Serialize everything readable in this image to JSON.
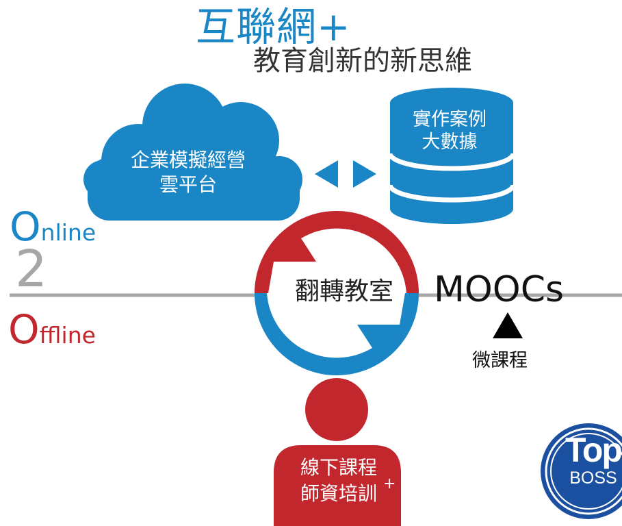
{
  "title": {
    "main": "互聯網+",
    "sub": "教育創新的新思維"
  },
  "cloud": {
    "line1": "企業模擬經營",
    "line2": "雲平台"
  },
  "database": {
    "line1": "實作案例",
    "line2": "大數據"
  },
  "o2o": {
    "online_o": "O",
    "online_rest": "nline",
    "two": "2",
    "offline_o": "O",
    "offline_rest": "ffline"
  },
  "center": {
    "label": "翻轉教室"
  },
  "moocs": {
    "label": "MOOCs",
    "sub": "微課程"
  },
  "person": {
    "line1": "線下課程",
    "line2": "師資培訓",
    "plus": "+"
  },
  "logo": {
    "top": "Top",
    "boss": "BOSS"
  },
  "colors": {
    "blue": "#1b86c6",
    "red": "#c1272d",
    "gray": "#a6a6a6"
  },
  "icons": [
    "cloud-icon",
    "database-icon",
    "double-arrow-icon",
    "flip-cycle-icon",
    "triangle-up-icon",
    "person-icon",
    "topboss-logo"
  ]
}
